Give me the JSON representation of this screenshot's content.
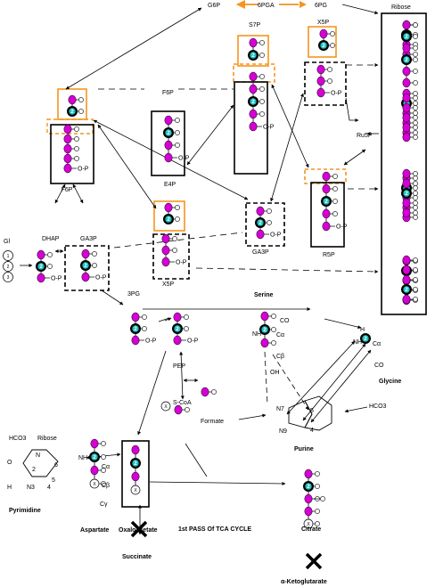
{
  "colors": {
    "magenta": "#d400d4",
    "teal": "#1ec0c0",
    "black": "#000000",
    "orange": "#f0a040",
    "highlight": "#f6941d"
  },
  "labels": {
    "g6p": "G6P",
    "pga": "6PGA",
    "pg": "6PG",
    "s7p": "S7P",
    "x5p_top": "X5P",
    "ribose": "Ribose",
    "f6p_mid": "F6P",
    "ru5p": "Ru5P",
    "f6p": "F6P",
    "e4p": "E4P",
    "ga3p_right": "GA3P",
    "r5p": "R5P",
    "gl": "Gl",
    "dhap": "DHAP",
    "ga3p": "GA3P",
    "x5p": "X5P",
    "pg3": "3PG",
    "pep": "PEP",
    "serine": "Serine",
    "glycine": "Glycine",
    "formate": "Formate",
    "hco3_purine": "HCO3",
    "purine": "Purine",
    "scoa": "S-CoA",
    "hco3_pyr": "HCO3",
    "ribose_pyr": "Ribose",
    "pyrimidine": "Pyrimidine",
    "aspartate": "Aspartate",
    "oxaloacetate": "Oxaloacetate",
    "tca": "1st PASS Of TCA CYCLE",
    "citrate": "Citrate",
    "succinate": "Succinate",
    "akg": "α-Ketoglutarate",
    "op": "O-P",
    "co": "CO",
    "nh": "NH",
    "oh": "OH",
    "ca": "Cα",
    "cb": "Cβ",
    "cg": "Cγ",
    "n7": "N7",
    "n9": "N9",
    "num5": "5",
    "num4": "4",
    "num6": "6",
    "num1": "1",
    "num2": "2",
    "num3": "3",
    "x": "X",
    "n": "N",
    "n3": "N3",
    "h": "H",
    "o": "O",
    "minus": "−"
  }
}
